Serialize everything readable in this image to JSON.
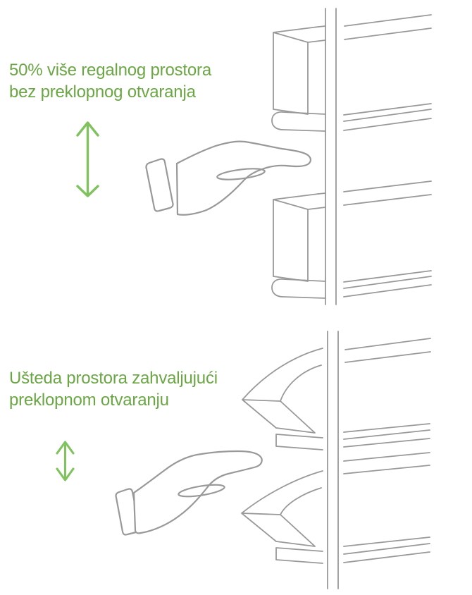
{
  "page": {
    "background": "#ffffff"
  },
  "colors": {
    "caption_green": "#6aa744",
    "arrow_green": "#80c25e",
    "line_gray": "#999999"
  },
  "sections": [
    {
      "name": "without-folding-doors",
      "caption_line1": "50% više regalnog prostora",
      "caption_line2": "bez preklopnog otvaranja",
      "arrow_icon": "vertical-double-arrow",
      "illustration": "hand-reaching-shelf-with-open-doors"
    },
    {
      "name": "with-folding-doors",
      "caption_line1": "Ušteda prostora zahvaljujući",
      "caption_line2": "preklopnom otvaranju",
      "arrow_icon": "vertical-double-arrow",
      "illustration": "hand-reaching-shelf-with-folded-doors"
    }
  ]
}
